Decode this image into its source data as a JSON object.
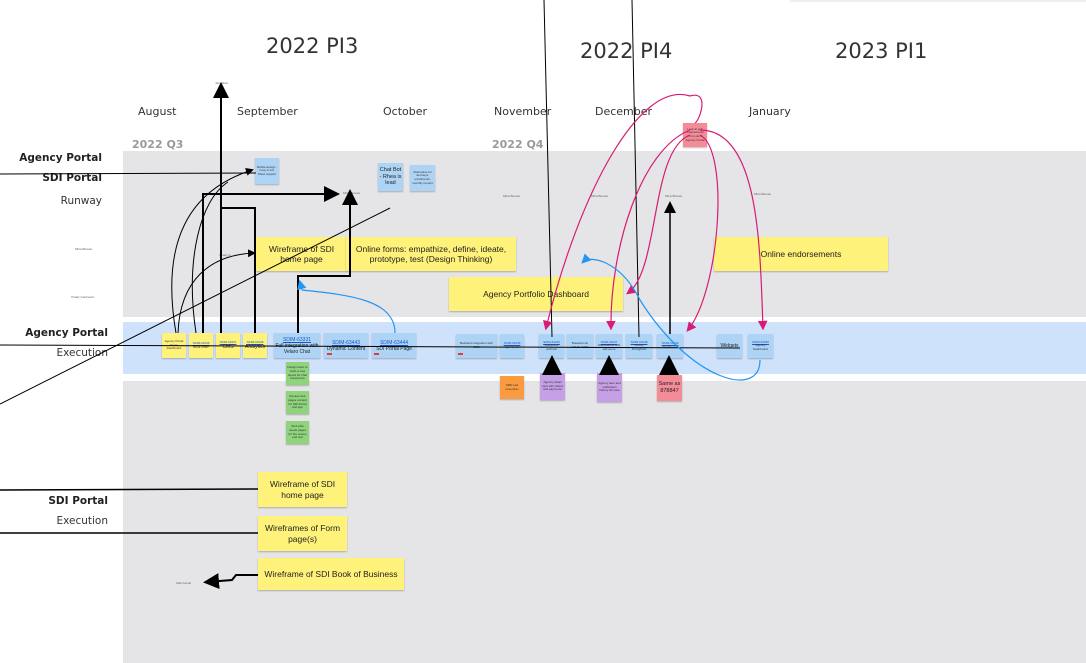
{
  "pi_headers": [
    "2022 PI3",
    "2022 PI4",
    "2023 PI1"
  ],
  "months": [
    "August",
    "September",
    "October",
    "November",
    "December",
    "January"
  ],
  "quarters": [
    "2022 Q3",
    "2022 Q4"
  ],
  "lanes": {
    "agency_portal_top": "Agency Portal",
    "sdi_portal_top": "SDI Portal",
    "runway": "Runway",
    "agency_portal_exec": "Agency Portal",
    "execution_1": "Execution",
    "sdi_portal_bottom": "SDI Portal",
    "execution_2": "Execution"
  },
  "tiny_labels": {
    "left_1": "Mitra Biswas",
    "left_2": "Chady Goldmann",
    "top_arrow": "Jam Stein",
    "bottom_left": "Zaki Kamal",
    "runway_1": "Mitra Biswas",
    "runway_2": "Mitra Biswas",
    "runway_3": "Mitra Biswas",
    "runway_4": "Mitra Biswas",
    "runway_5": "Mitra Biswas",
    "runway_6": "Chady G"
  },
  "runway_notes": {
    "mobile_design": "Mobile design - Corp & Ind. Show support",
    "chatbot": "Chat Bot - Rhea is lead",
    "alternate": "Alternative for Journeys, enrollments, monthly reports",
    "wireframe_home": "Wireframe of SDI home page",
    "online_forms": "Online forms: empathize, define, ideate, prototype, test (Design Thinking)",
    "agency_dashboard": "Agency Portfolio Dashboard",
    "endorsements": "Online endorsements",
    "red_note": "Look at pub requirements from Lulu & Agency Portal"
  },
  "exec_notes": {
    "y1": "Agency Portal Home Dashboard",
    "y2_link": "SDIM-63436",
    "y2_text": "Book of Biz",
    "y3_link": "SDIM-63437",
    "y3_text": "CMS",
    "y4_link": "SDIM-63438",
    "y4_text": "Analytics",
    "b1_link": "SDIM-63331",
    "b1_text": "Full integration with Velaro Chat",
    "b2_link": "SDIM-63443",
    "b2_text": "Dynamic Content",
    "b3_link": "SDIM-63444",
    "b3_text": "SDI Portal Page",
    "b4_text": "Backend integration with SSO",
    "b5_link": "SDIM-63445",
    "b5_text": "Agency list",
    "b6_link": "SDIM-63446",
    "b6_text": "Document archival",
    "b7_text": "Breadcrumb UI/UX / SMS",
    "b8_link": "SDIM-63447",
    "b8_text": "Notifications with self-serve",
    "b9_link": "SDIM-63448",
    "b9_text": "Survey throughout",
    "b10_link": "SDIM-63449",
    "b10_text": "Dashboard",
    "b11_text": "Widgets",
    "b12_link": "SDIM-63450",
    "b12_text": "Agency Dashboard"
  },
  "below_notes": {
    "g1": "Design team to build a new layout for chat experience",
    "g2": "Review web pages content for SDI Portal and app",
    "g3": "Tech plan needs pages for the review and test",
    "orange": "SMP end november",
    "purple1": "Agency detail view with claims and payments",
    "purple2": "Agency alert and notification history list view",
    "pink": "Same as 878847"
  },
  "sdi_exec_notes": {
    "wf_home": "Wireframe of SDI home page",
    "wf_forms": "Wireframes of Form page(s)",
    "wf_book": "Wireframe of SDI Book of Business"
  },
  "colors": {
    "yellow": "#fff27a",
    "blue": "#aed4f5",
    "green": "#8fd37d",
    "purple": "#c6a0e6",
    "orange": "#fb9a3e",
    "pink": "#f48c97",
    "magenta_arrow": "#d81b73",
    "blue_arrow": "#2196f3",
    "lane_gray": "#e5e5e8",
    "lane_blue": "#cfe2fb"
  }
}
